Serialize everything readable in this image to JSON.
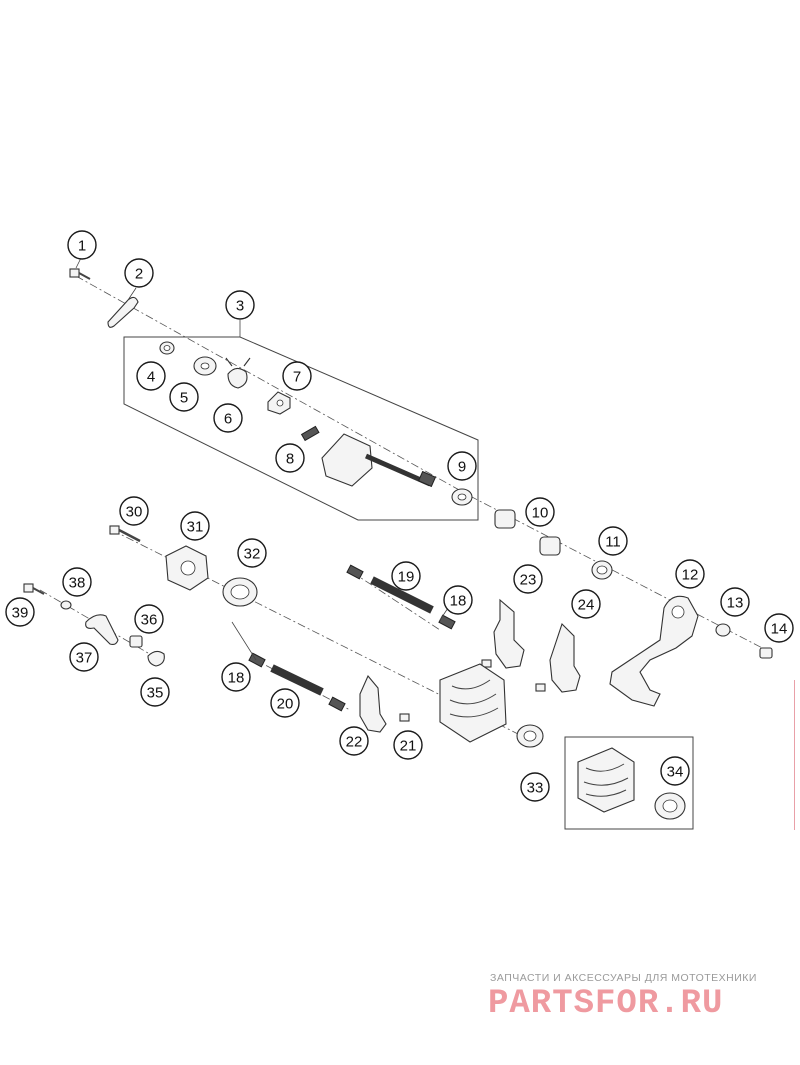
{
  "diagram": {
    "callouts": [
      {
        "n": "1"
      },
      {
        "n": "2"
      },
      {
        "n": "3"
      },
      {
        "n": "4"
      },
      {
        "n": "5"
      },
      {
        "n": "6"
      },
      {
        "n": "7"
      },
      {
        "n": "8"
      },
      {
        "n": "9"
      },
      {
        "n": "10"
      },
      {
        "n": "11"
      },
      {
        "n": "12"
      },
      {
        "n": "13"
      },
      {
        "n": "14"
      },
      {
        "n": "18"
      },
      {
        "n": "18"
      },
      {
        "n": "19"
      },
      {
        "n": "20"
      },
      {
        "n": "21"
      },
      {
        "n": "22"
      },
      {
        "n": "23"
      },
      {
        "n": "24"
      },
      {
        "n": "30"
      },
      {
        "n": "31"
      },
      {
        "n": "32"
      },
      {
        "n": "33"
      },
      {
        "n": "34"
      },
      {
        "n": "35"
      },
      {
        "n": "36"
      },
      {
        "n": "37"
      },
      {
        "n": "38"
      },
      {
        "n": "39"
      }
    ]
  },
  "watermark": {
    "tagline": "ЗАПЧАСТИ И АКСЕССУАРЫ ДЛЯ МОТОТЕХНИКИ",
    "logo": "PARTSFOR.RU",
    "logo_color": "#ef9aa0"
  }
}
